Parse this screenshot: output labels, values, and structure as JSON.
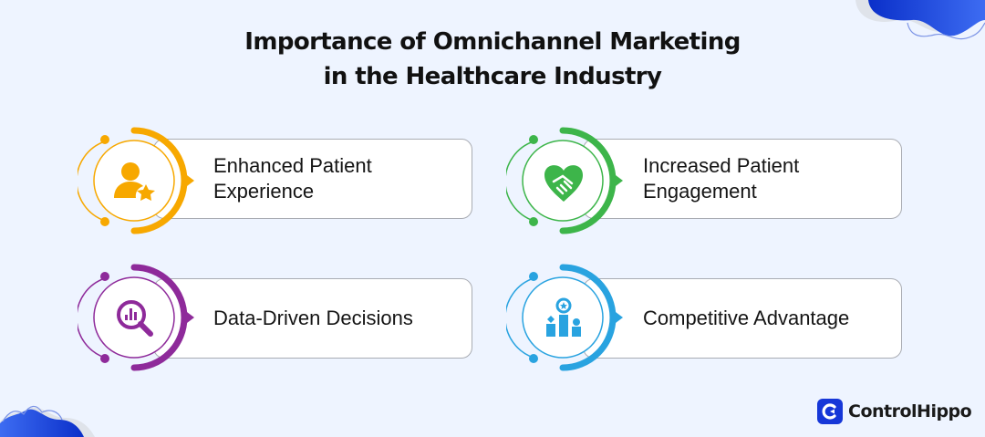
{
  "title": {
    "line1": "Importance of Omnichannel Marketing",
    "line2": "in the Healthcare Industry"
  },
  "items": [
    {
      "line1": "Enhanced Patient",
      "line2": "Experience",
      "icon": "user-star-icon",
      "color": "#f7a800"
    },
    {
      "line1": "Increased Patient",
      "line2": "Engagement",
      "icon": "heart-handshake-icon",
      "color": "#3db54a"
    },
    {
      "line1": "Data-Driven Decisions",
      "line2": "",
      "icon": "chart-magnifier-icon",
      "color": "#8e2a9a"
    },
    {
      "line1": "Competitive Advantage",
      "line2": "",
      "icon": "podium-star-icon",
      "color": "#29a3e0"
    }
  ],
  "brand": {
    "name": "ControlHippo",
    "color": "#1637d8"
  },
  "colors": {
    "background": "#eef4ff",
    "wave": "#1a44e0"
  }
}
